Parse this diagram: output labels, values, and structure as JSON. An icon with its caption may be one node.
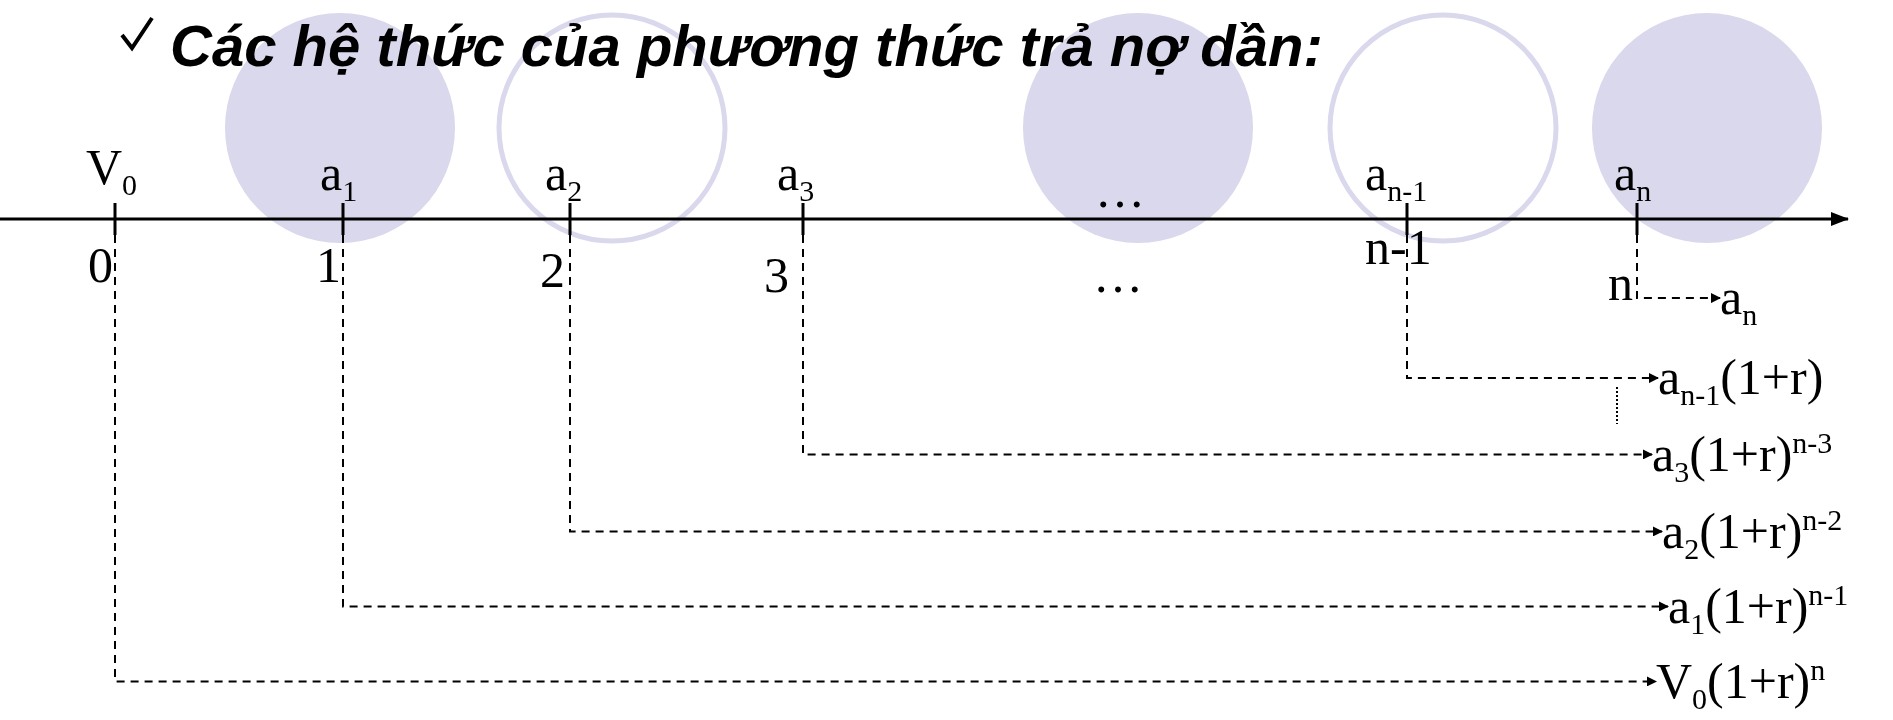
{
  "diagram": {
    "title": "Các hệ thức của phương thức trả nợ dần:",
    "nodes": [
      {
        "text": [
          "0"
        ]
      },
      {
        "text": [
          "1"
        ]
      },
      {
        "text": [
          "2"
        ]
      },
      {
        "text": [
          "3"
        ]
      },
      {
        "text": [
          "n-1"
        ]
      },
      {
        "text": [
          "n"
        ]
      },
      {
        "text": [
          "a$_{n}$"
        ]
      },
      {
        "text": [
          "a$_{n-1}$(1+r)"
        ]
      },
      {
        "text": [
          "a$_{3}$(1+r)$^{n-3}$"
        ]
      },
      {
        "text": [
          "a$_{2}$(1+r)$^{n-2}$"
        ]
      },
      {
        "text": [
          "a$_{1}$(1+r)$^{n-1}$"
        ]
      },
      {
        "text": [
          "V$_{0}$(1+r)$^{n}$"
        ]
      }
    ],
    "edges": [
      {
        "from": 5,
        "to": 6,
        "arrow": "to",
        "style": "dashed"
      },
      {
        "from": 4,
        "to": 7,
        "arrow": "to",
        "style": "dashed"
      },
      {
        "from": 3,
        "to": 8,
        "arrow": "to",
        "style": "dashed"
      },
      {
        "from": 2,
        "to": 9,
        "arrow": "to",
        "style": "dashed"
      },
      {
        "from": 1,
        "to": 10,
        "arrow": "to",
        "style": "dashed"
      },
      {
        "from": 0,
        "to": 11,
        "arrow": "to",
        "style": "dashed"
      }
    ],
    "labels": [
      "V$_{0}$",
      "a$_{1}$",
      "a$_{2}$",
      "a$_{3}$",
      "…",
      "a$_{n-1}$",
      "a$_{n}$",
      "…"
    ]
  }
}
